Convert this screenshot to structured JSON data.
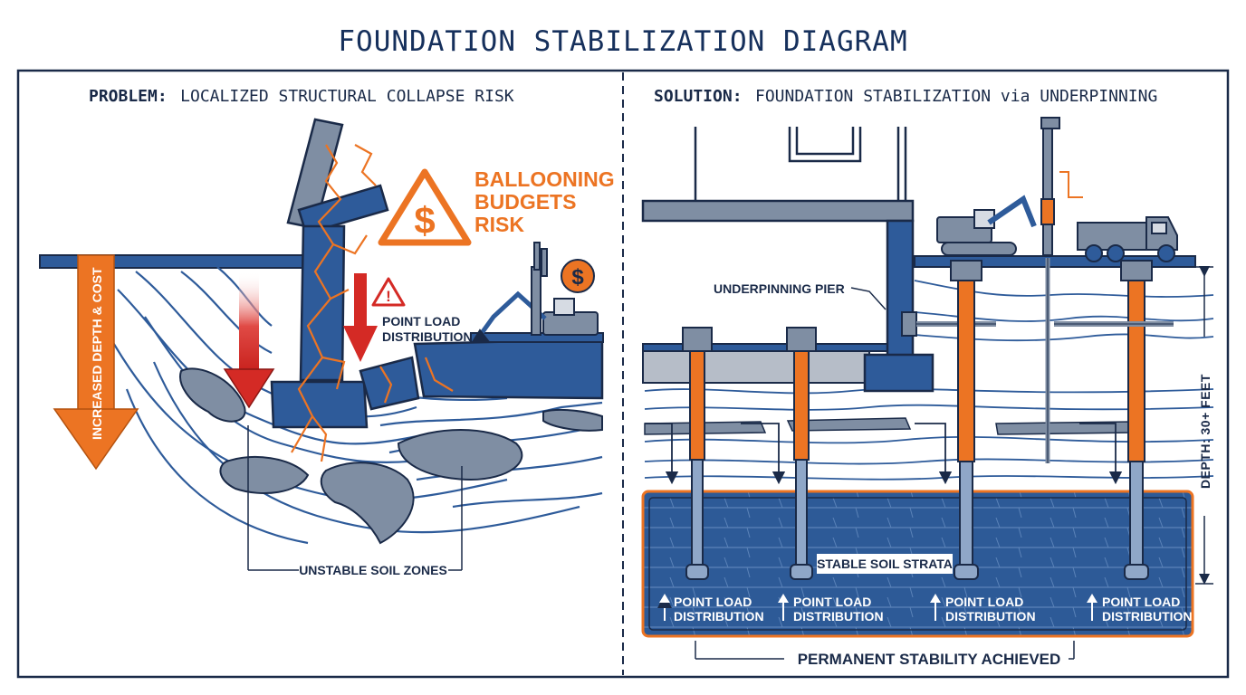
{
  "title": "FOUNDATION STABILIZATION DIAGRAM",
  "problem": {
    "heading_bold": "PROBLEM:",
    "heading_rest": "LOCALIZED STRUCTURAL COLLAPSE RISK",
    "ballooning_lines": [
      "BALLOONING",
      "BUDGETS",
      "RISK"
    ],
    "point_load_lines": [
      "POINT LOAD",
      "DISTRIBUTION"
    ],
    "unstable_soil": "UNSTABLE SOIL ZONES",
    "depth_cost": "INCREASED DEPTH & COST",
    "warning_dollar_symbol": "$",
    "warning_excl_symbol": "!",
    "coin_symbol": "$"
  },
  "solution": {
    "heading_bold": "SOLUTION:",
    "heading_rest": "FOUNDATION STABILIZATION via UNDERPINNING",
    "underpinning_pier": "UNDERPINNING PIER",
    "depth_label": "DEPTH: 30+ FEET",
    "stable_soil": "STABLE SOIL STRATA",
    "point_load": [
      {
        "line1": "POINT LOAD",
        "line2": "DISTRIBUTION"
      },
      {
        "line1": "POINT LOAD",
        "line2": "DISTRIBUTION"
      },
      {
        "line1": "POINT LOAD",
        "line2": "DISTRIBUTION"
      },
      {
        "line1": "POINT LOAD",
        "line2": "DISTRIBUTION"
      }
    ],
    "permanent": "PERMANENT STABILITY ACHIEVED"
  },
  "colors": {
    "navy": "#1a2a48",
    "blue": "#2e5b9a",
    "orange": "#ec7423",
    "red": "#d42a25",
    "soil_gray": "#7f8ea3"
  }
}
